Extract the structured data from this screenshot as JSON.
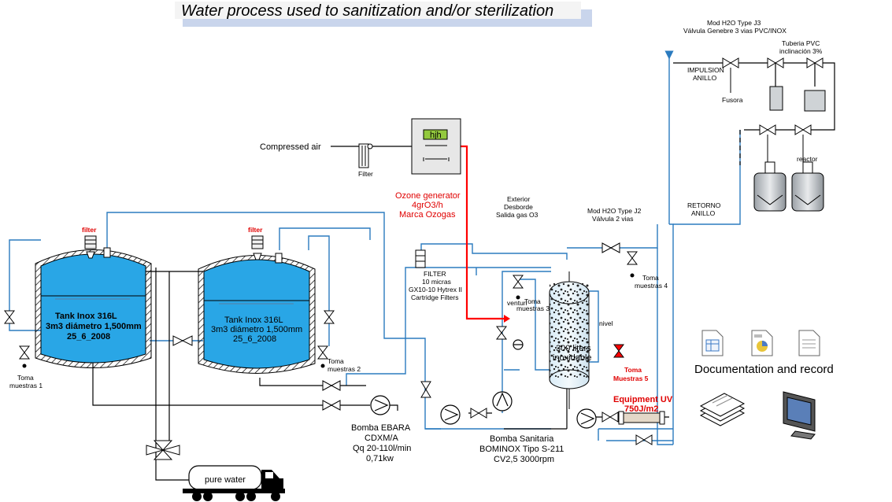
{
  "title": "Water process used to sanitization and/or sterilization",
  "labels": {
    "compressed_air": "Compressed air",
    "filter_small": "Filter",
    "hjh": "hjh",
    "ozone_line1": "Ozone generator",
    "ozone_line2": "4grO3/h",
    "ozone_line3": "Marca Ozogas",
    "exterior_line1": "Exterior",
    "exterior_line2": "Desborde",
    "exterior_line3": "Salida gas O3",
    "filter_tank1": "filter",
    "filter_tank2": "filter",
    "tank1_line1": "Tank  Inox 316L",
    "tank1_line2": "3m3 diámetro 1,500mm",
    "tank1_line3": "25_6_2008",
    "tank2_line1": "Tank Inox 316L",
    "tank2_line2": "3m3 diámetro 1,500mm",
    "tank2_line3": "25_6_2008",
    "toma1_line1": "Toma",
    "toma1_line2": "muestras 1",
    "toma2_line1": "Toma",
    "toma2_line2": "muestras 2",
    "toma3_line1": "Toma",
    "toma3_line2": "muestras 3",
    "toma4_line1": "Toma",
    "toma4_line2": "muestras 4",
    "toma5_line1": "Toma",
    "toma5_line2": "Muestras 5",
    "cart_line1": "FILTER",
    "cart_line2": "10 micras",
    "cart_line3": "GX10-10 Hytrex II",
    "cart_line4": "Cartridge Filters",
    "venturi": "venturi",
    "small_tank_line1": "300 liters",
    "small_tank_line2": "inoxidable",
    "nivel": "nivel",
    "ebara_line1": "Bomba EBARA",
    "ebara_line2": "CDXM/A",
    "ebara_line3": "Qq 20-110l/min",
    "ebara_line4": "0,71kw",
    "sanitaria_line1": "Bomba Sanitaria",
    "sanitaria_line2": "BOMINOX Tipo S-211",
    "sanitaria_line3": "CV2,5 3000rpm",
    "uv_line1": "Equipment UV",
    "uv_line2": "750J/m2",
    "pure_water": "pure water",
    "j2_line1": "Mod H2O Type J2",
    "j2_line2": "Válvula 2 vias",
    "retorno_line1": "RETORNO",
    "retorno_line2": "ANILLO",
    "impulsion_line1": "IMPULSION",
    "impulsion_line2": "ANILLO",
    "j3_line1": "Mod H2O Type J3",
    "j3_line2": "Válvula Genebre 3 vias PVC/INOX",
    "tuberia_line1": "Tuberia PVC",
    "tuberia_line2": "inclinación 3%",
    "fusora": "Fusora",
    "reactor": "reactor",
    "documentation": "Documentation and record"
  },
  "colors": {
    "pipe_blue": "#2b7bbf",
    "pipe_black": "#000000",
    "ozone_red": "#ff0000",
    "tank_fill": "#29a6e6",
    "title_shadow": "#c9d5ec",
    "hjh_green": "#93c93d"
  }
}
